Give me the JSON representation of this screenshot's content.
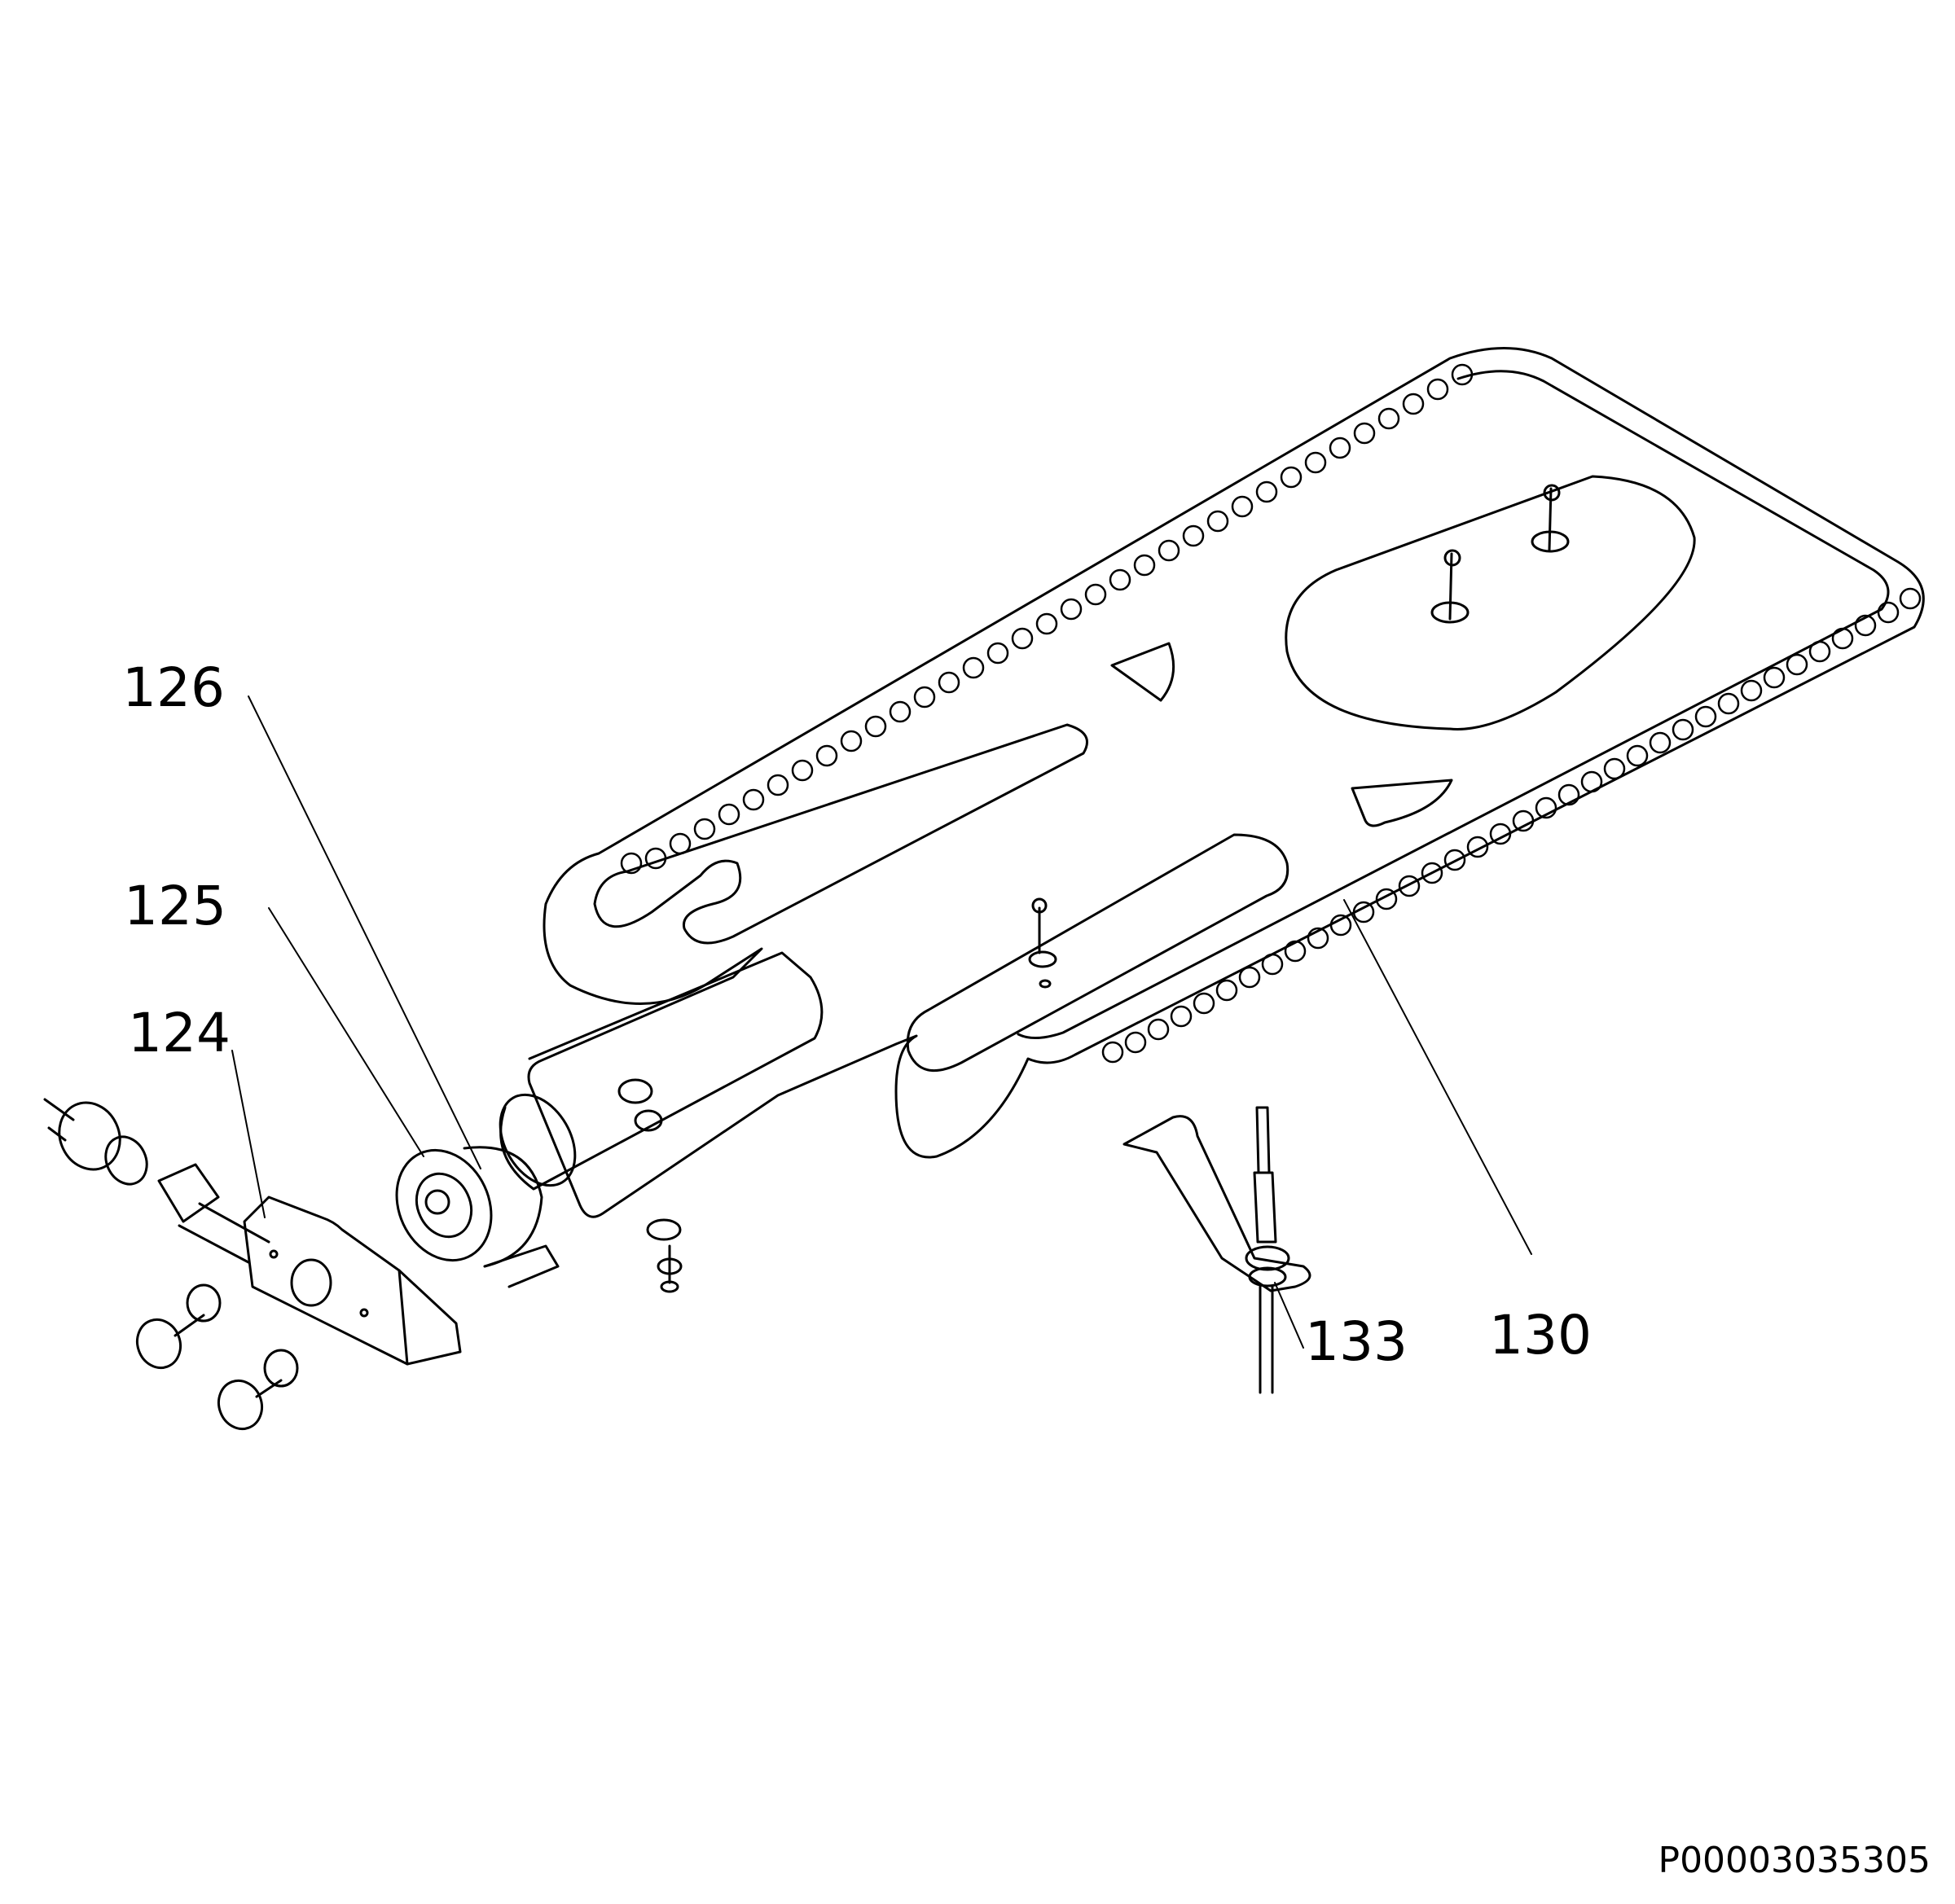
{
  "labels": {
    "part_126": "126",
    "part_125": "125",
    "part_124": "124",
    "part_133": "133",
    "part_130": "130"
  },
  "reference_code": "P00003035305",
  "colors": {
    "line": "#000000",
    "background": "#ffffff"
  }
}
